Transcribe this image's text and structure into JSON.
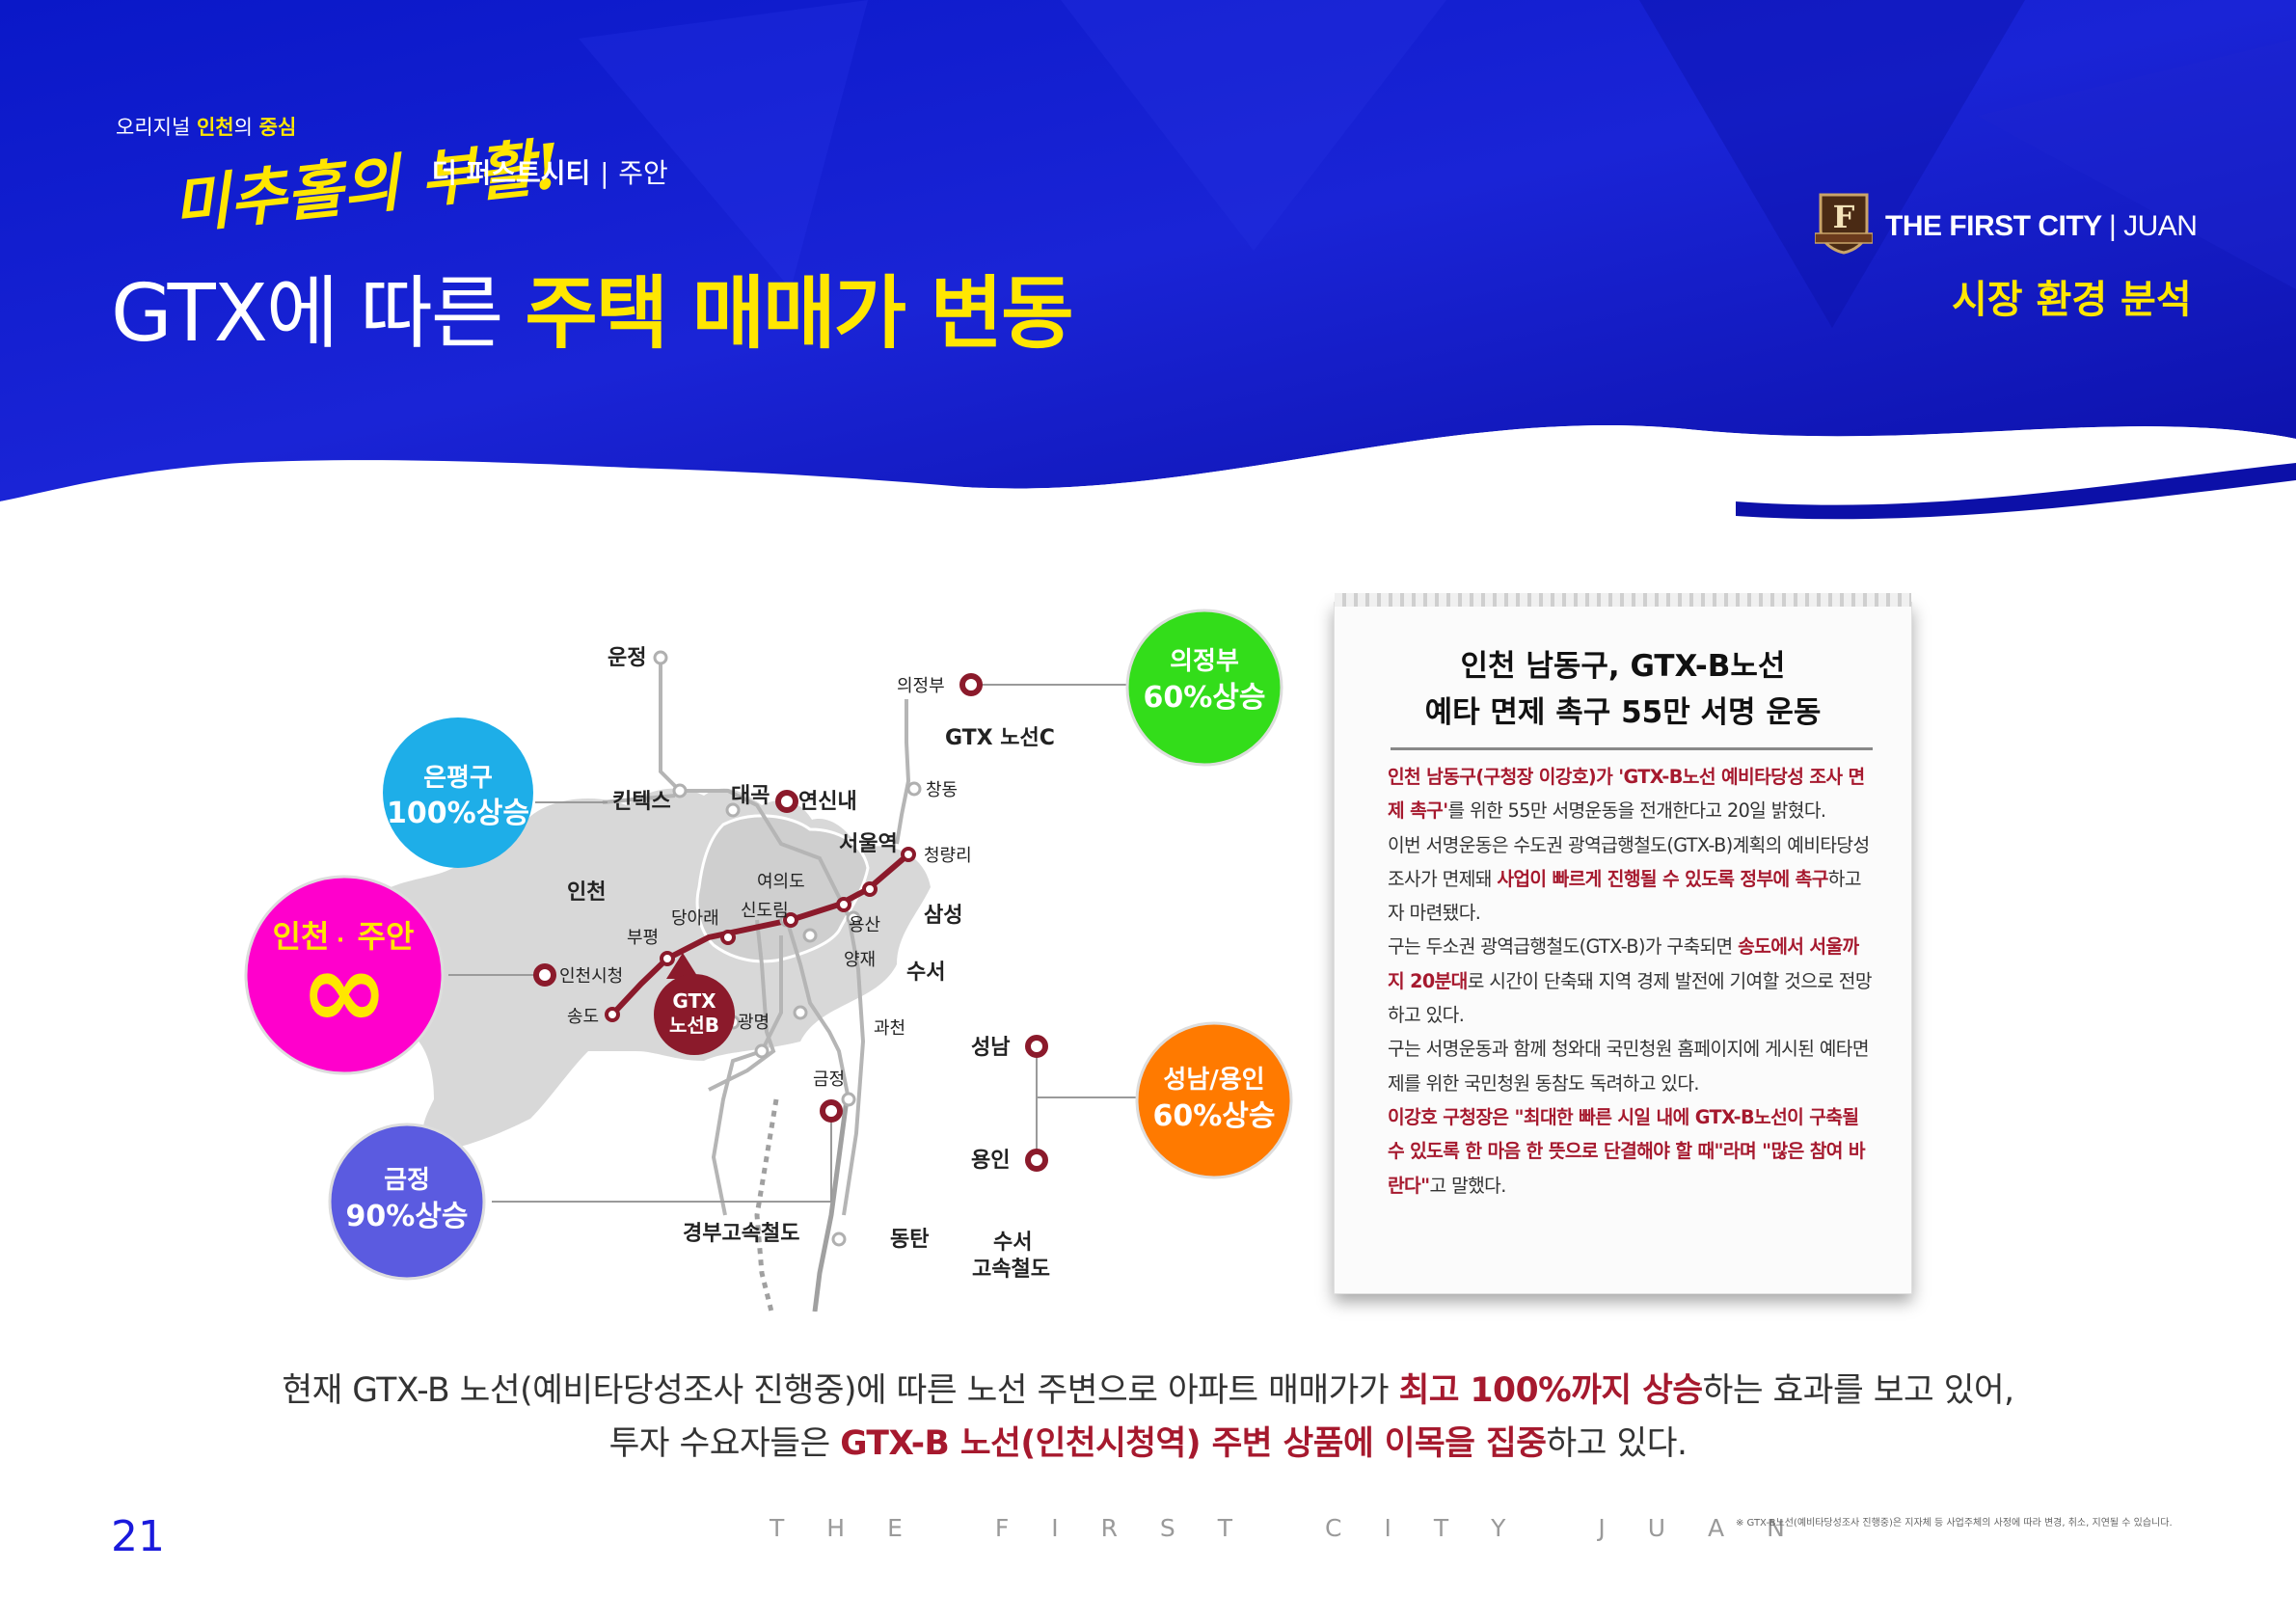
{
  "header": {
    "tagline_prefix": "오리지널",
    "tagline_incheon": "인천",
    "tagline_mid": "의",
    "tagline_center": "중심",
    "tagline_script": "미추홀의 부활!",
    "brand_name": "더 퍼스트시티",
    "brand_sep": "|",
    "brand_area": "주안",
    "title_plain": "GTX에 따른",
    "title_highlight": "주택 매매가 변동",
    "logo_letter": "F",
    "logo_name": "THE FIRST CITY",
    "logo_sep": "|",
    "logo_area": "JUAN",
    "section_label": "시장 환경 분석"
  },
  "colors": {
    "header_blue": "#1a1adc",
    "highlight_yellow": "#ffe600",
    "accent_red": "#a6192e",
    "line_gtxb": "#8b1a2b"
  },
  "map": {
    "stations": {
      "unjeong": "운정",
      "kintex": "킨텍스",
      "daegok": "대곡",
      "yeonsinnae": "연신내",
      "uijeongbu": "의정부",
      "gtxc": "GTX 노선C",
      "changdong": "창동",
      "seoul": "서울역",
      "cheongnyangni": "청량리",
      "incheon": "인천",
      "yeouido": "여의도",
      "danggogae": "당아래",
      "sindorim": "신도림",
      "yongsan": "용산",
      "samseong": "삼성",
      "bupyeong": "부평",
      "yangjae": "양재",
      "suseo": "수서",
      "incheon_cityhall": "인천시청",
      "songdo": "송도",
      "gwangmyeong": "광명",
      "gwacheon": "과천",
      "seongnam": "성남",
      "geumjeong": "금정",
      "yongin": "용인",
      "dongtan": "동탄",
      "gyeongbu": "경부고속철도",
      "suseo_rail_1": "수서",
      "suseo_rail_2": "고속철도",
      "gtxb_1": "GTX",
      "gtxb_2": "노선B"
    },
    "bubbles": [
      {
        "line1": "은평구",
        "line2": "100%상승",
        "color": "#1eaee8"
      },
      {
        "line1": "인천",
        "dot": "·",
        "line1b": "주안",
        "symbol": "∞",
        "color": "#ff00cc"
      },
      {
        "line1": "금정",
        "line2": "90%상승",
        "color": "#5b5be0"
      },
      {
        "line1": "의정부",
        "line2": "60%상승",
        "color": "#33dd1a"
      },
      {
        "line1": "성남/용인",
        "line2": "60%상승",
        "color": "#ff7a00"
      }
    ]
  },
  "news": {
    "headline_1": "인천 남동구, GTX-B노선",
    "headline_2": "예타 면제 촉구 55만 서명 운동",
    "p1_red": "인천 남동구(구청장 이강호)가 'GTX-B노선 예비타당성 조사 면제 촉구'",
    "p1_rest": "를 위한 55만 서명운동을 전개한다고 20일 밝혔다.",
    "p2_a": "이번 서명운동은 수도권 광역급행철도(GTX-B)계획의 예비타당성 조사가 면제돼",
    "p2_red": "사업이 빠르게 진행될 수 있도록 정부에 촉구",
    "p2_b": "하고자 마련됐다.",
    "p3_a": "구는 두소권 광역급행철도(GTX-B)가 구축되면",
    "p3_red": "송도에서 서울까지 20분대",
    "p3_b": "로 시간이 단축돼 지역 경제 발전에 기여할 것으로 전망하고 있다.",
    "p4": "구는 서명운동과 함께 청와대 국민청원 홈페이지에 게시된 예타면제를 위한 국민청원 동참도 독려하고 있다.",
    "p5_red": "이강호 구청장은 \"최대한 빠른 시일 내에 GTX-B노선이 구축될 수 있도록 한 마음 한 뜻으로 단결해야 할 때\"라며 \"많은 참여 바란다\"",
    "p5_b": "고 말했다."
  },
  "summary": {
    "l1_a": "현재 GTX-B 노선(예비타당성조사 진행중)에 따른 노선 주변으로 아파트 매매가가",
    "l1_red": "최고 100%까지 상승",
    "l1_b": "하는 효과를 보고 있어,",
    "l2_a": "투자 수요자들은",
    "l2_red": "GTX-B 노선(인천시청역) 주변 상품에 이목을 집중",
    "l2_b": "하고 있다."
  },
  "footer": {
    "page_number": "21",
    "brand": "THE FIRST CITY JUAN",
    "footnote": "※ GTX-B노선(예비타당성조사 진행중)은 지자체 등 사업주체의 사정에 따라 변경, 취소, 지연될 수 있습니다."
  }
}
